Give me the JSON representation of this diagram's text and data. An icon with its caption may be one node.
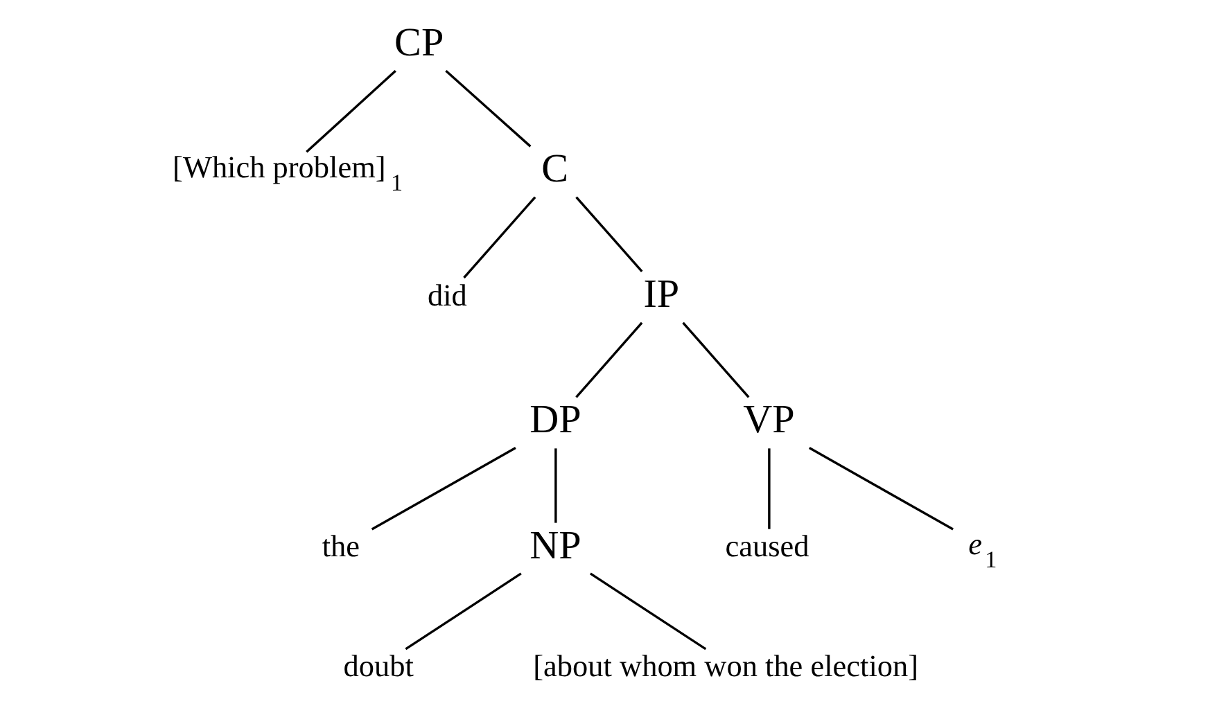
{
  "diagram": {
    "nodes": [
      {
        "text": [
          "CP"
        ]
      },
      {
        "text": [
          "[Which problem]$_{1}$"
        ]
      },
      {
        "text": [
          "C"
        ]
      },
      {
        "text": [
          "did"
        ]
      },
      {
        "text": [
          "IP"
        ]
      },
      {
        "text": [
          "DP"
        ]
      },
      {
        "text": [
          "the"
        ]
      },
      {
        "text": [
          "NP"
        ]
      },
      {
        "text": [
          "doubt"
        ]
      },
      {
        "text": [
          "[about whom won the election]"
        ]
      },
      {
        "text": [
          "VP"
        ]
      },
      {
        "text": [
          "caused"
        ]
      },
      {
        "text": [
          "*e*$_{1}$"
        ]
      }
    ],
    "edges": [
      {
        "from": 0,
        "to": 1,
        "arrow": "none"
      },
      {
        "from": 0,
        "to": 2,
        "arrow": "none"
      },
      {
        "from": 2,
        "to": 3,
        "arrow": "none"
      },
      {
        "from": 2,
        "to": 4,
        "arrow": "none"
      },
      {
        "from": 4,
        "to": 5,
        "arrow": "none"
      },
      {
        "from": 4,
        "to": 10,
        "arrow": "none"
      },
      {
        "from": 5,
        "to": 6,
        "arrow": "none"
      },
      {
        "from": 5,
        "to": 7,
        "arrow": "none"
      },
      {
        "from": 7,
        "to": 8,
        "arrow": "none"
      },
      {
        "from": 7,
        "to": 9,
        "arrow": "none"
      },
      {
        "from": 10,
        "to": 11,
        "arrow": "none"
      },
      {
        "from": 10,
        "to": 12,
        "arrow": "none"
      }
    ]
  }
}
